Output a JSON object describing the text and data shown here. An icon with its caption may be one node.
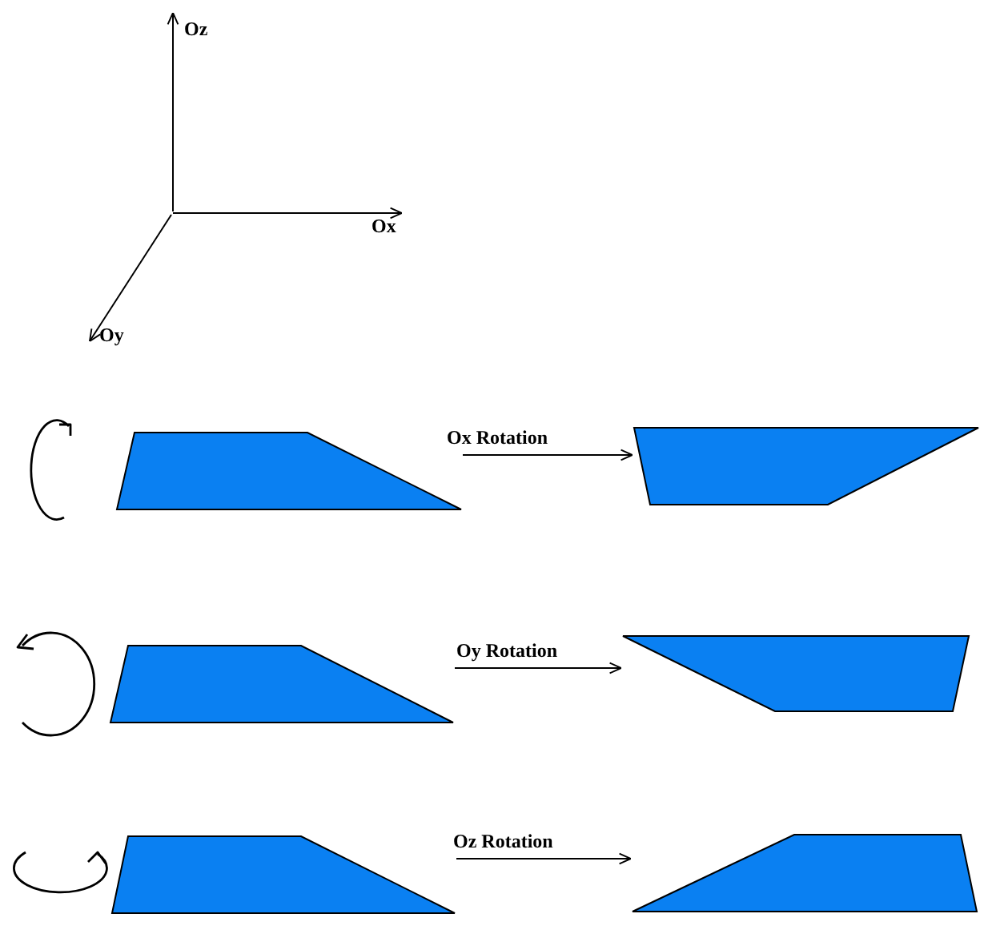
{
  "diagram": {
    "nodes": [
      {
        "text": [],
        "shape": "trapezoid"
      },
      {
        "text": [],
        "shape": "trapezoid"
      },
      {
        "text": [],
        "shape": "trapezoid"
      },
      {
        "text": [],
        "shape": "trapezoid"
      },
      {
        "text": [],
        "shape": "trapezoid"
      },
      {
        "text": [],
        "shape": "trapezoid"
      }
    ],
    "edges": [
      {
        "from": 0,
        "to": 1,
        "arrow": "to",
        "label": "Ox Rotation"
      },
      {
        "from": 2,
        "to": 3,
        "arrow": "to",
        "label": "Oy Rotation"
      },
      {
        "from": 4,
        "to": 5,
        "arrow": "to",
        "label": "Oz Rotation"
      }
    ],
    "labels": [
      "Oz",
      "Ox",
      "Oy"
    ]
  }
}
